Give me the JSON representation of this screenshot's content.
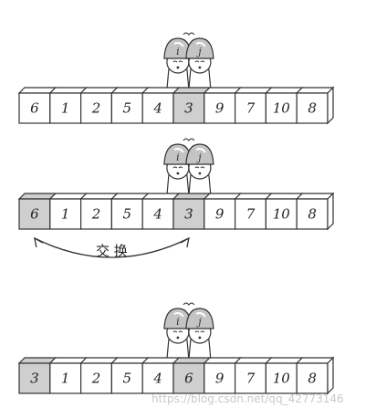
{
  "stages": [
    {
      "values": [
        "6",
        "1",
        "2",
        "5",
        "4",
        "3",
        "9",
        "7",
        "10",
        "8"
      ],
      "highlight": [
        5
      ],
      "pointer_index": 5
    },
    {
      "values": [
        "6",
        "1",
        "2",
        "5",
        "4",
        "3",
        "9",
        "7",
        "10",
        "8"
      ],
      "highlight": [
        0,
        5
      ],
      "pointer_index": 5,
      "swap_label": "交 换"
    },
    {
      "values": [
        "3",
        "1",
        "2",
        "5",
        "4",
        "6",
        "9",
        "7",
        "10",
        "8"
      ],
      "highlight": [
        0,
        5
      ],
      "pointer_index": 5
    }
  ],
  "pointer_labels": {
    "i": "i",
    "j": "j"
  },
  "watermark": "https://blog.csdn.net/qq_42773146",
  "colors": {
    "cell": "#ffffff",
    "highlight": "#cfcfcf",
    "stroke": "#333333",
    "helmet": "#c4c4c4"
  }
}
